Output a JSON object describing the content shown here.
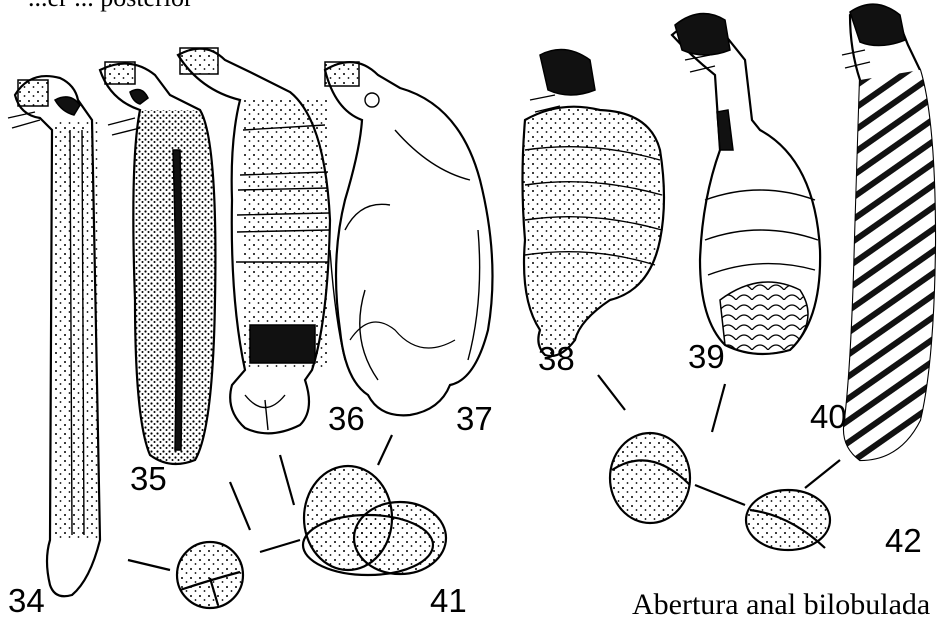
{
  "figure": {
    "header_fragment": "...er ... posterior",
    "labels": [
      "34",
      "35",
      "36",
      "37",
      "38",
      "39",
      "40",
      "41",
      "42"
    ],
    "caption": "Abertura anal bilobulada"
  }
}
